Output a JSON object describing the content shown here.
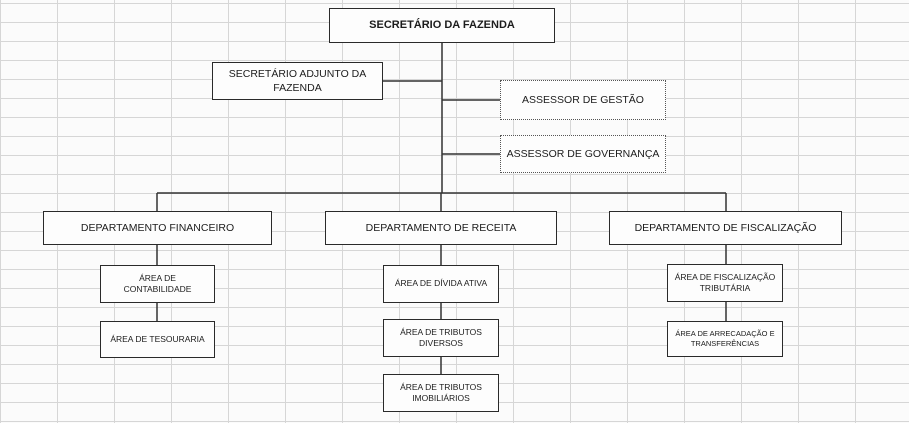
{
  "chart": {
    "top": "SECRETÁRIO DA FAZENDA",
    "adjunto": "SECRETÁRIO ADJUNTO DA FAZENDA",
    "assessor_gestao": "ASSESSOR DE GESTÃO",
    "assessor_governanca": "ASSESSOR DE GOVERNANÇA",
    "departments": [
      {
        "name": "DEPARTAMENTO FINANCEIRO",
        "areas": [
          "ÁREA DE CONTABILIDADE",
          "ÁREA DE TESOURARIA"
        ]
      },
      {
        "name": "DEPARTAMENTO DE RECEITA",
        "areas": [
          "ÁREA DE DÍVIDA ATIVA",
          "ÁREA DE TRIBUTOS DIVERSOS",
          "ÁREA DE TRIBUTOS IMOBILIÁRIOS"
        ]
      },
      {
        "name": "DEPARTAMENTO DE FISCALIZAÇÃO",
        "areas": [
          "ÁREA DE FISCALIZAÇÃO TRIBUTÁRIA",
          "ÁREA DE ARRECADAÇÃO E TRANSFERÊNCIAS"
        ]
      }
    ]
  }
}
